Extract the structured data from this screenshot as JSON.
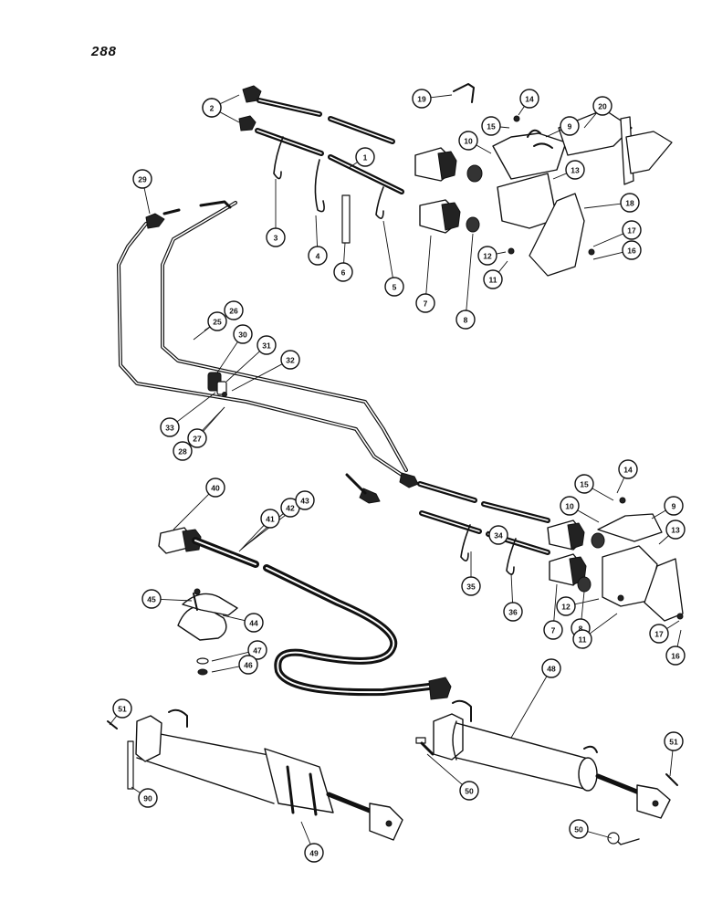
{
  "page_number": "288",
  "callouts": [
    "1",
    "2",
    "3",
    "4",
    "5",
    "6",
    "7",
    "8",
    "9",
    "10",
    "11",
    "12",
    "13",
    "14",
    "15",
    "16",
    "17",
    "18",
    "19",
    "20",
    "25",
    "26",
    "27",
    "28",
    "29",
    "30",
    "31",
    "32",
    "33",
    "34",
    "35",
    "36",
    "40",
    "41",
    "42",
    "43",
    "44",
    "45",
    "46",
    "47",
    "48",
    "49",
    "50",
    "51"
  ],
  "colors": {
    "ink": "#111111",
    "paper": "#ffffff"
  }
}
